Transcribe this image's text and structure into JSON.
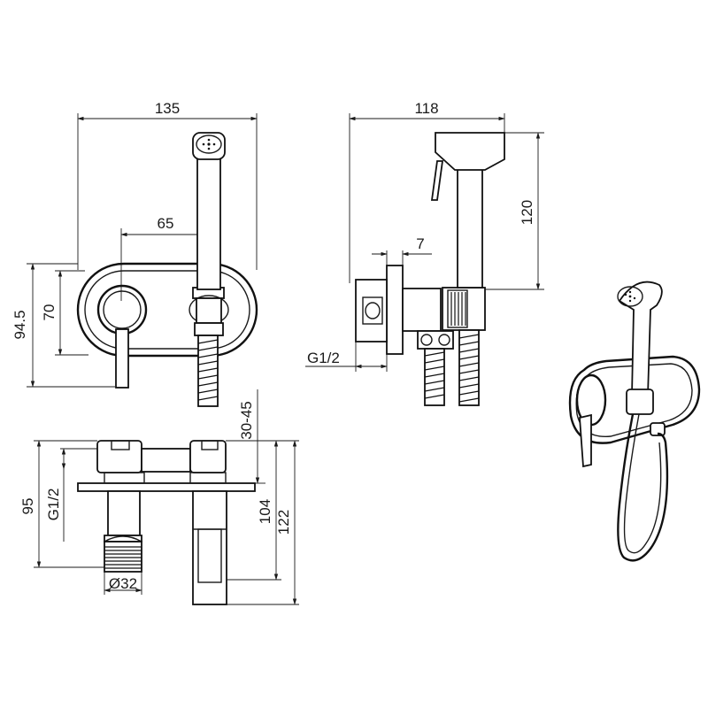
{
  "top_view": {
    "width_label": "135",
    "center_distance_label": "65",
    "height_label": "70",
    "overall_height_label": "94.5"
  },
  "side_view": {
    "width_label": "118",
    "height_label": "120",
    "plate_label": "7",
    "thread_label": "G1/2"
  },
  "section_view": {
    "depth_range_label": "30-45",
    "height_95_label": "95",
    "thread_label": "G1/2",
    "height_104_label": "104",
    "height_122_label": "122",
    "diameter_label": "Ø32"
  },
  "colors": {
    "line": "#1a1a1a",
    "background": "#ffffff"
  }
}
